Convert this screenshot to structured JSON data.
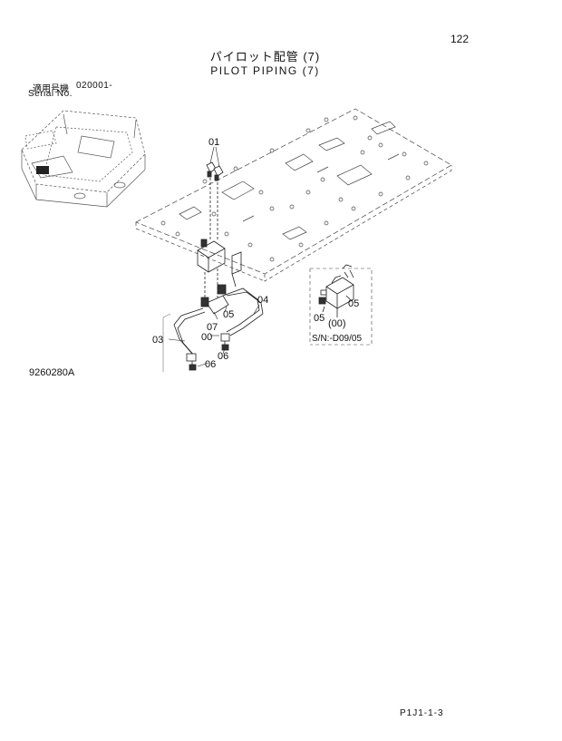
{
  "page": {
    "number": "122",
    "title_jp": "パイロット配管 (7)",
    "title_en": "PILOT PIPING (7)",
    "serial_label_jp": "適用号機",
    "serial_label_en": "Serial No.",
    "serial_value": "020001-",
    "drawing_number": "9260280A",
    "page_code": "P1J1-1-3"
  },
  "callouts": {
    "c01": "01",
    "c03": "03",
    "c04": "04",
    "c05a": "05",
    "c06a": "06",
    "c06b": "06",
    "c07": "07",
    "c00": "00"
  },
  "inset": {
    "c05a": "05",
    "c05b": "05",
    "c00": "(00)",
    "serial_range": "S/N:-D09/05"
  }
}
